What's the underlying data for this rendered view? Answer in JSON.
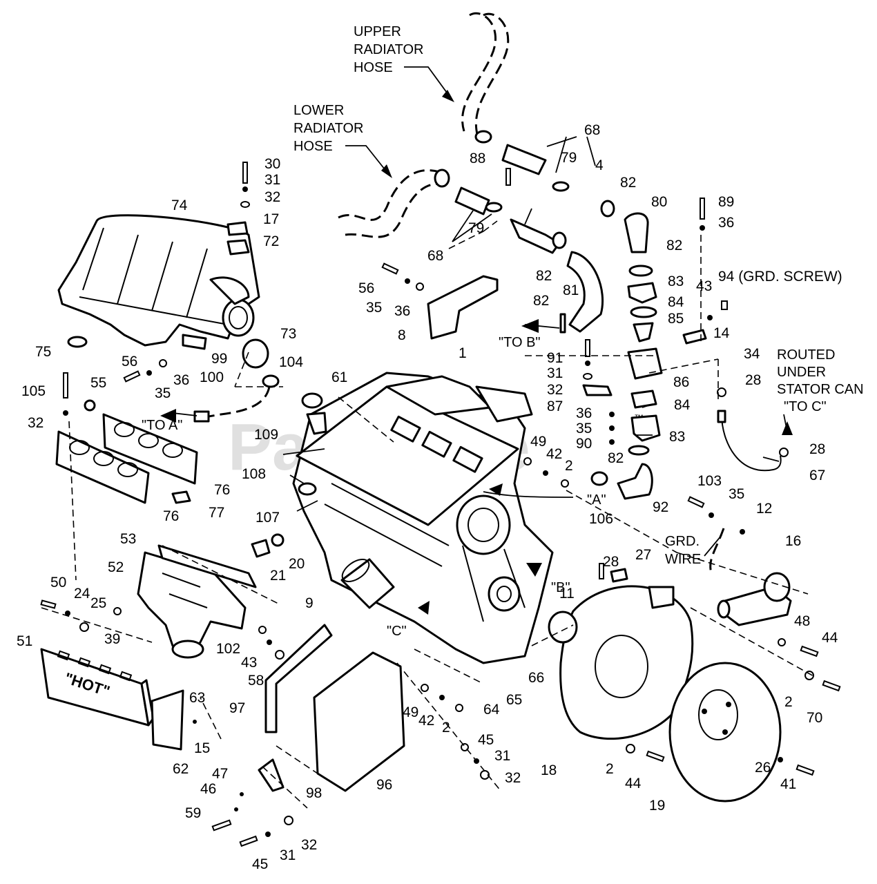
{
  "watermark": "PartsTree",
  "watermark_mark": "™",
  "callouts": [
    {
      "id": "upper-radiator-hose",
      "lines": [
        "UPPER",
        "RADIATOR",
        "HOSE"
      ]
    },
    {
      "id": "lower-radiator-hose",
      "lines": [
        "LOWER",
        "RADIATOR",
        "HOSE"
      ]
    },
    {
      "id": "routed-under-stator",
      "lines": [
        "ROUTED",
        "UNDER",
        "STATOR CAN",
        "\"TO C\""
      ]
    },
    {
      "id": "grd-wire",
      "lines": [
        "GRD.",
        "WIRE"
      ]
    }
  ],
  "flow_labels": {
    "to_a": "\"TO A\"",
    "to_b": "\"TO B\"",
    "a": "\"A\"",
    "b": "\"B\"",
    "c": "\"C\"",
    "hot": "\"HOT\""
  },
  "part_numbers": {
    "p30": "30",
    "p31a": "31",
    "p32a": "32",
    "p74": "74",
    "p17": "17",
    "p72": "72",
    "p88": "88",
    "p68a": "68",
    "p79a": "79",
    "p4": "4",
    "p82a": "82",
    "p80": "80",
    "p89": "89",
    "p36a": "36",
    "p79b": "79",
    "p68b": "68",
    "p82b": "82",
    "p81": "81",
    "p82c": "82",
    "p82d": "82",
    "p83a": "83",
    "p84a": "84",
    "p85": "85",
    "p43a": "43",
    "p94": "94 (GRD. SCREW)",
    "p14": "14",
    "p56a": "56",
    "p35a": "35",
    "p36b": "36",
    "p8": "8",
    "p73": "73",
    "p99": "99",
    "p100": "100",
    "p75": "75",
    "p56b": "56",
    "p36c": "36",
    "p35b": "35",
    "p104": "104",
    "p105": "105",
    "p55": "55",
    "p32b": "32",
    "p1": "1",
    "p91": "91",
    "p31b": "31",
    "p32c": "32",
    "p87": "87",
    "p86": "86",
    "p34": "34",
    "p28a": "28",
    "p84b": "84",
    "p36d": "36",
    "p35c": "35",
    "p90": "90",
    "p83b": "83",
    "p82e": "82",
    "p28b": "28",
    "p67": "67",
    "p61": "61",
    "p109": "109",
    "p49a": "49",
    "p42a": "42",
    "p2a": "2",
    "p108": "108",
    "p76a": "76",
    "p77": "77",
    "p76b": "76",
    "p92": "92",
    "p103": "103",
    "p35d": "35",
    "p12": "12",
    "p107": "107",
    "p106": "106",
    "p16": "16",
    "p20": "20",
    "p21": "21",
    "p28c": "28",
    "p27": "27",
    "p53": "53",
    "p52": "52",
    "p9": "9",
    "p11": "11",
    "p50": "50",
    "p24": "24",
    "p25": "25",
    "p39": "39",
    "p102": "102",
    "p43b": "43",
    "p58": "58",
    "p51": "51",
    "p48": "48",
    "p44a": "44",
    "p66": "66",
    "p65": "65",
    "p64": "64",
    "p2b": "2",
    "p70": "70",
    "p63": "63",
    "p97": "97",
    "p49b": "49",
    "p42b": "42",
    "p2c": "2",
    "p15": "15",
    "p62": "62",
    "p45a": "45",
    "p31c": "31",
    "p32d": "32",
    "p2d": "2",
    "p44b": "44",
    "p18": "18",
    "p26": "26",
    "p41": "41",
    "p47": "47",
    "p46": "46",
    "p98": "98",
    "p96": "96",
    "p19": "19",
    "p59": "59",
    "p32e": "32",
    "p31d": "31",
    "p45b": "45"
  }
}
